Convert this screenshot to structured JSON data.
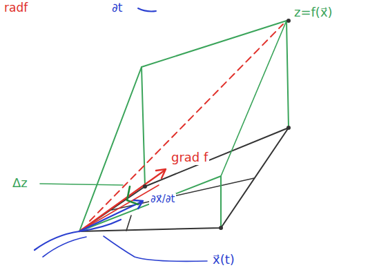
{
  "diagram": {
    "labels": [
      "radf",
      "∂t",
      "z=f(x⃗)",
      "grad f",
      "∂x⃗/∂t",
      "Δz",
      "x⃗(t)"
    ]
  }
}
